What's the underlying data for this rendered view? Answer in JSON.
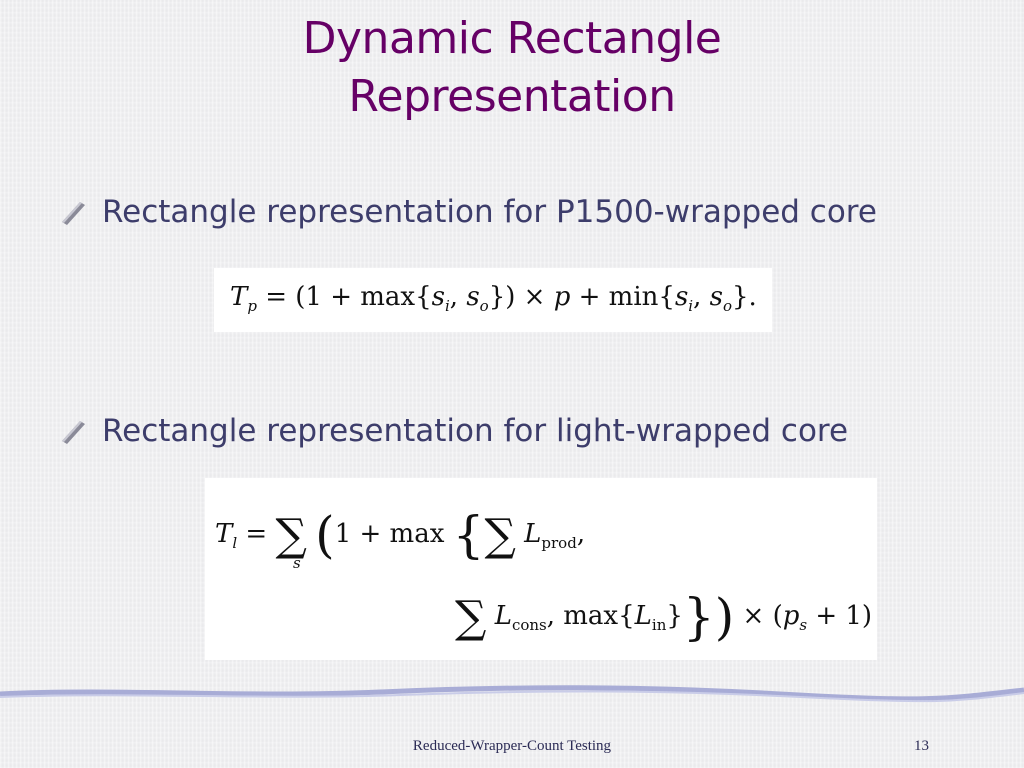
{
  "slide": {
    "title_line1": "Dynamic Rectangle",
    "title_line2": "Representation",
    "bullets": [
      {
        "text": "Rectangle representation for P1500-wrapped core"
      },
      {
        "text": "Rectangle representation for light-wrapped core"
      }
    ],
    "equations": {
      "eq1": "T_p = (1 + max{s_i, s_o}) × p + min{s_i, s_o}.",
      "eq2_line1": "T_l = Σ_s (1 + max{ Σ L_prod,",
      "eq2_line2": "Σ L_cons, max{L_in}}) × (p_s + 1)"
    },
    "footer": {
      "title": "Reduced-Wrapper-Count Testing",
      "page_number": "13"
    },
    "colors": {
      "title": "#660066",
      "bullet_text": "#3d3d6b",
      "wave": "#a8acd6"
    }
  }
}
